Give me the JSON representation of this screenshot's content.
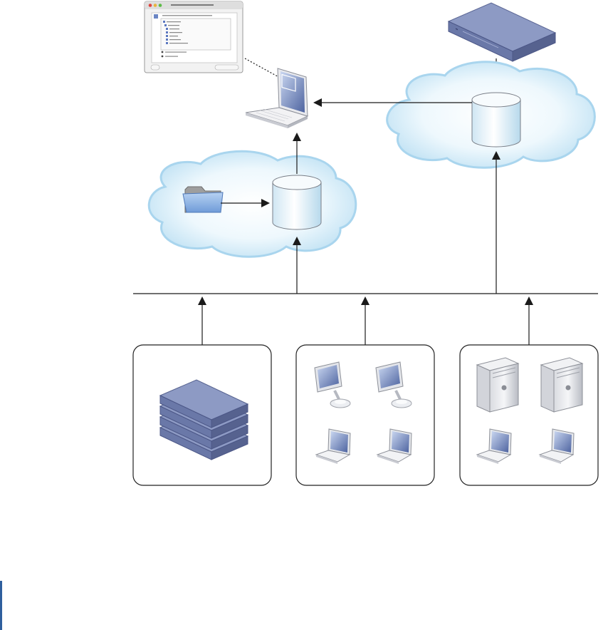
{
  "diagram": {
    "kind": "network-topology",
    "nodes": [
      {
        "id": "admin-app-window",
        "kind": "software-window"
      },
      {
        "id": "admin-laptop",
        "kind": "laptop"
      },
      {
        "id": "xserve-top",
        "kind": "rack-server"
      },
      {
        "id": "cloud-right-db",
        "kind": "database-in-cloud"
      },
      {
        "id": "cloud-left-db",
        "kind": "database-in-cloud"
      },
      {
        "id": "shared-folder",
        "kind": "folder"
      },
      {
        "id": "server-stack-group",
        "kind": "group",
        "members": [
          "rack-server",
          "rack-server",
          "rack-server",
          "rack-server"
        ]
      },
      {
        "id": "imac-laptop-group",
        "kind": "group",
        "members": [
          "imac",
          "imac",
          "laptop",
          "laptop"
        ]
      },
      {
        "id": "powermac-laptop-group",
        "kind": "group",
        "members": [
          "power-mac",
          "power-mac",
          "laptop",
          "laptop"
        ]
      }
    ],
    "edges": [
      {
        "from": "xserve-top",
        "to": "cloud-right-db",
        "style": "line"
      },
      {
        "from": "cloud-right-db",
        "to": "admin-laptop",
        "style": "arrow"
      },
      {
        "from": "cloud-left-db",
        "to": "admin-laptop",
        "style": "arrow"
      },
      {
        "from": "shared-folder",
        "to": "cloud-left-db",
        "style": "arrow"
      },
      {
        "from": "network-bus",
        "to": "cloud-left-db",
        "style": "arrow"
      },
      {
        "from": "network-bus",
        "to": "cloud-right-db",
        "style": "arrow"
      },
      {
        "from": "server-stack-group",
        "to": "network-bus",
        "style": "arrow"
      },
      {
        "from": "imac-laptop-group",
        "to": "network-bus",
        "style": "arrow"
      },
      {
        "from": "powermac-laptop-group",
        "to": "network-bus",
        "style": "arrow"
      },
      {
        "from": "admin-app-window",
        "to": "admin-laptop",
        "style": "dotted"
      }
    ]
  },
  "colors": {
    "line": "#1a1a1a",
    "cloud_fill": "#d3ecf8",
    "cloud_edge": "#a9d5ee",
    "group_border": "#222222",
    "server_body": "#6a78a8",
    "server_top": "#8d9ac4",
    "screen": "#5b6fa8",
    "folder": "#8fb6e6",
    "accent_bar": "#2f5f9e"
  }
}
